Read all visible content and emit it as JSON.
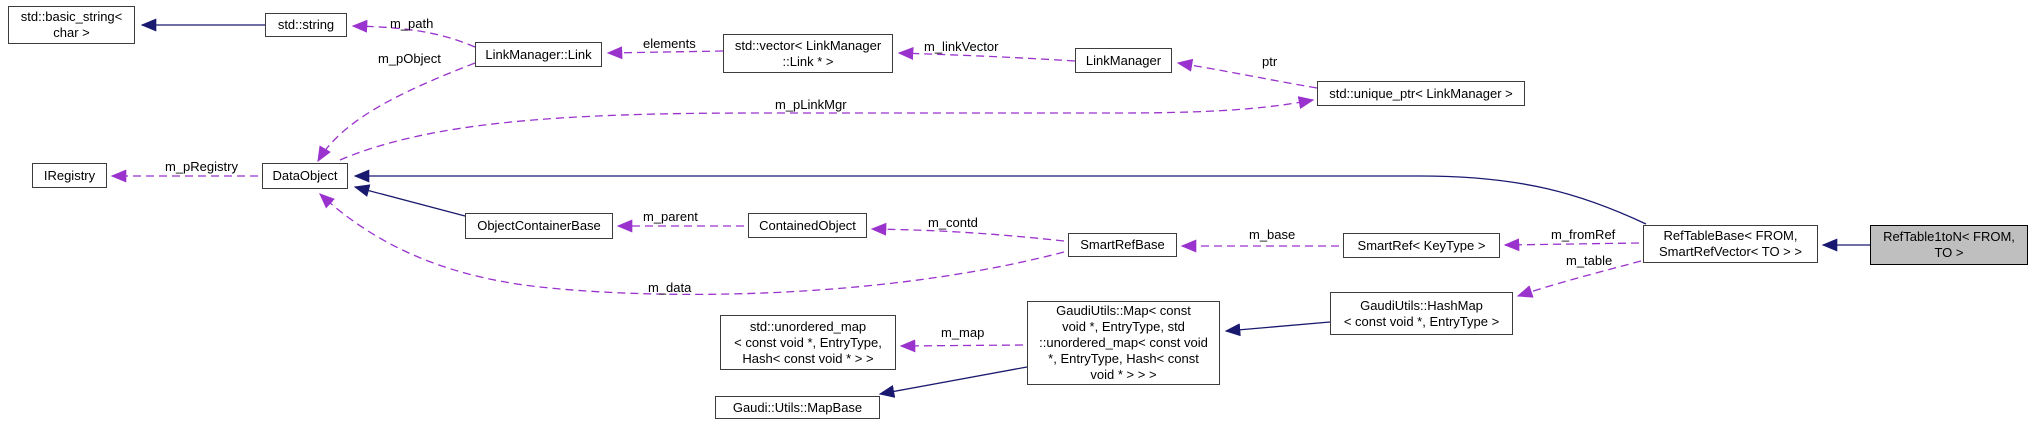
{
  "diagram": {
    "type": "doxygen-collaboration-graph",
    "focus_class": "RefTable1toN< FROM, TO >",
    "colors": {
      "inheritance_arrow": "#191970",
      "member_arrow": "#9a32cd",
      "node_border": "#3c3c3c",
      "node_fill": "#ffffff",
      "focus_node_fill": "#bfbfbf",
      "text": "#000000"
    }
  },
  "nodes": {
    "basic_string": {
      "label": "std::basic_string<\nchar >"
    },
    "std_string": {
      "label": "std::string"
    },
    "link_manager_link": {
      "label": "LinkManager::Link"
    },
    "vector_link": {
      "label": "std::vector< LinkManager\n::Link * >"
    },
    "link_manager": {
      "label": "LinkManager"
    },
    "unique_ptr": {
      "label": "std::unique_ptr< LinkManager >"
    },
    "iregistry": {
      "label": "IRegistry"
    },
    "data_object": {
      "label": "DataObject"
    },
    "object_container_base": {
      "label": "ObjectContainerBase"
    },
    "contained_object": {
      "label": "ContainedObject"
    },
    "smart_ref_base": {
      "label": "SmartRefBase"
    },
    "smart_ref": {
      "label": "SmartRef< KeyType >"
    },
    "ref_table_base": {
      "label": "RefTableBase< FROM,\nSmartRefVector< TO > >"
    },
    "ref_table_1ton": {
      "label": "RefTable1toN< FROM,\nTO >"
    },
    "hash_map": {
      "label": "GaudiUtils::HashMap\n< const void *, EntryType >"
    },
    "gaudi_map": {
      "label": "GaudiUtils::Map< const\nvoid *, EntryType, std\n::unordered_map< const void\n*, EntryType, Hash< const\nvoid * > > >"
    },
    "unordered_map": {
      "label": "std::unordered_map\n< const void *, EntryType,\nHash< const void * > >"
    },
    "map_base": {
      "label": "Gaudi::Utils::MapBase"
    }
  },
  "edges": [
    {
      "from": "std_string",
      "to": "basic_string",
      "kind": "inheritance",
      "label": ""
    },
    {
      "from": "object_container_base",
      "to": "data_object",
      "kind": "inheritance",
      "label": ""
    },
    {
      "from": "ref_table_base",
      "to": "data_object",
      "kind": "inheritance",
      "label": ""
    },
    {
      "from": "ref_table_1ton",
      "to": "ref_table_base",
      "kind": "inheritance",
      "label": ""
    },
    {
      "from": "hash_map",
      "to": "gaudi_map",
      "kind": "inheritance",
      "label": ""
    },
    {
      "from": "gaudi_map",
      "to": "map_base",
      "kind": "inheritance",
      "label": ""
    },
    {
      "from": "link_manager_link",
      "to": "std_string",
      "kind": "member",
      "label": "m_path"
    },
    {
      "from": "link_manager_link",
      "to": "data_object",
      "kind": "member",
      "label": "m_pObject"
    },
    {
      "from": "vector_link",
      "to": "link_manager_link",
      "kind": "member",
      "label": "elements"
    },
    {
      "from": "link_manager",
      "to": "vector_link",
      "kind": "member",
      "label": "m_linkVector"
    },
    {
      "from": "unique_ptr",
      "to": "link_manager",
      "kind": "member",
      "label": "ptr"
    },
    {
      "from": "data_object",
      "to": "unique_ptr",
      "kind": "member",
      "label": "m_pLinkMgr"
    },
    {
      "from": "data_object",
      "to": "iregistry",
      "kind": "member",
      "label": "m_pRegistry"
    },
    {
      "from": "contained_object",
      "to": "object_container_base",
      "kind": "member",
      "label": "m_parent"
    },
    {
      "from": "smart_ref_base",
      "to": "contained_object",
      "kind": "member",
      "label": "m_contd"
    },
    {
      "from": "smart_ref",
      "to": "smart_ref_base",
      "kind": "member",
      "label": "m_base"
    },
    {
      "from": "smart_ref_base",
      "to": "data_object",
      "kind": "member",
      "label": "m_data"
    },
    {
      "from": "ref_table_base",
      "to": "smart_ref",
      "kind": "member",
      "label": "m_fromRef"
    },
    {
      "from": "ref_table_base",
      "to": "hash_map",
      "kind": "member",
      "label": "m_table"
    },
    {
      "from": "gaudi_map",
      "to": "unordered_map",
      "kind": "member",
      "label": "m_map"
    }
  ]
}
